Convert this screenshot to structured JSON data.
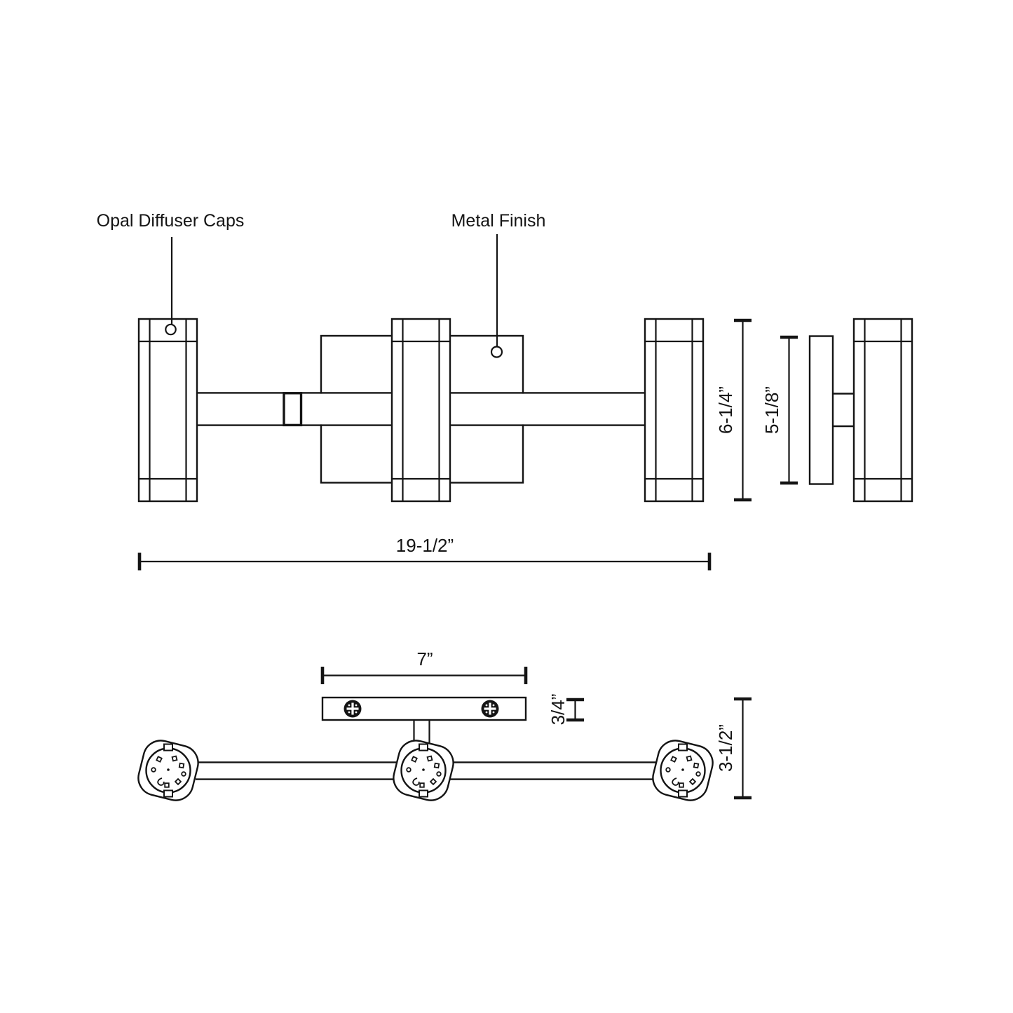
{
  "annotations": {
    "diffuser_label": "Opal Diffuser Caps",
    "finish_label": "Metal Finish"
  },
  "dimensions": {
    "overall_width": "19-1/2”",
    "overall_height": "6-1/4”",
    "body_height": "5-1/8”",
    "backplate_width": "7”",
    "backplate_thickness": "3/4”",
    "overall_depth": "3-1/2”"
  },
  "colors": {
    "line": "#141414",
    "background": "#ffffff"
  }
}
